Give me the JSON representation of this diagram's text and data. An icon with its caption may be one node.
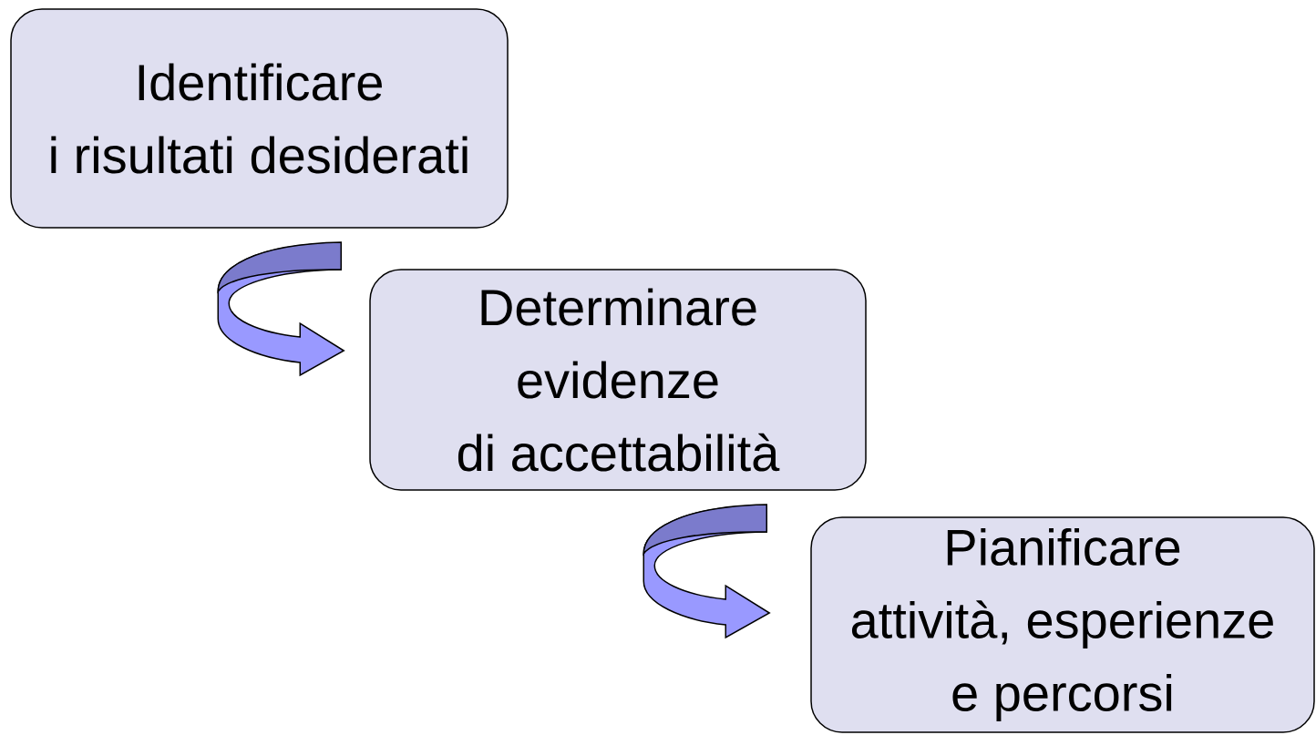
{
  "diagram": {
    "nodes": [
      {
        "text": [
          "Identificare i risultati desiderati"
        ]
      },
      {
        "text": [
          "Determinare evidenze di accettabilità"
        ]
      },
      {
        "text": [
          "Pianificare attività, esperienze e percorsi"
        ]
      }
    ],
    "edges": [
      {
        "from": 0,
        "to": 1,
        "arrow": "to"
      },
      {
        "from": 1,
        "to": 2,
        "arrow": "to"
      }
    ]
  }
}
